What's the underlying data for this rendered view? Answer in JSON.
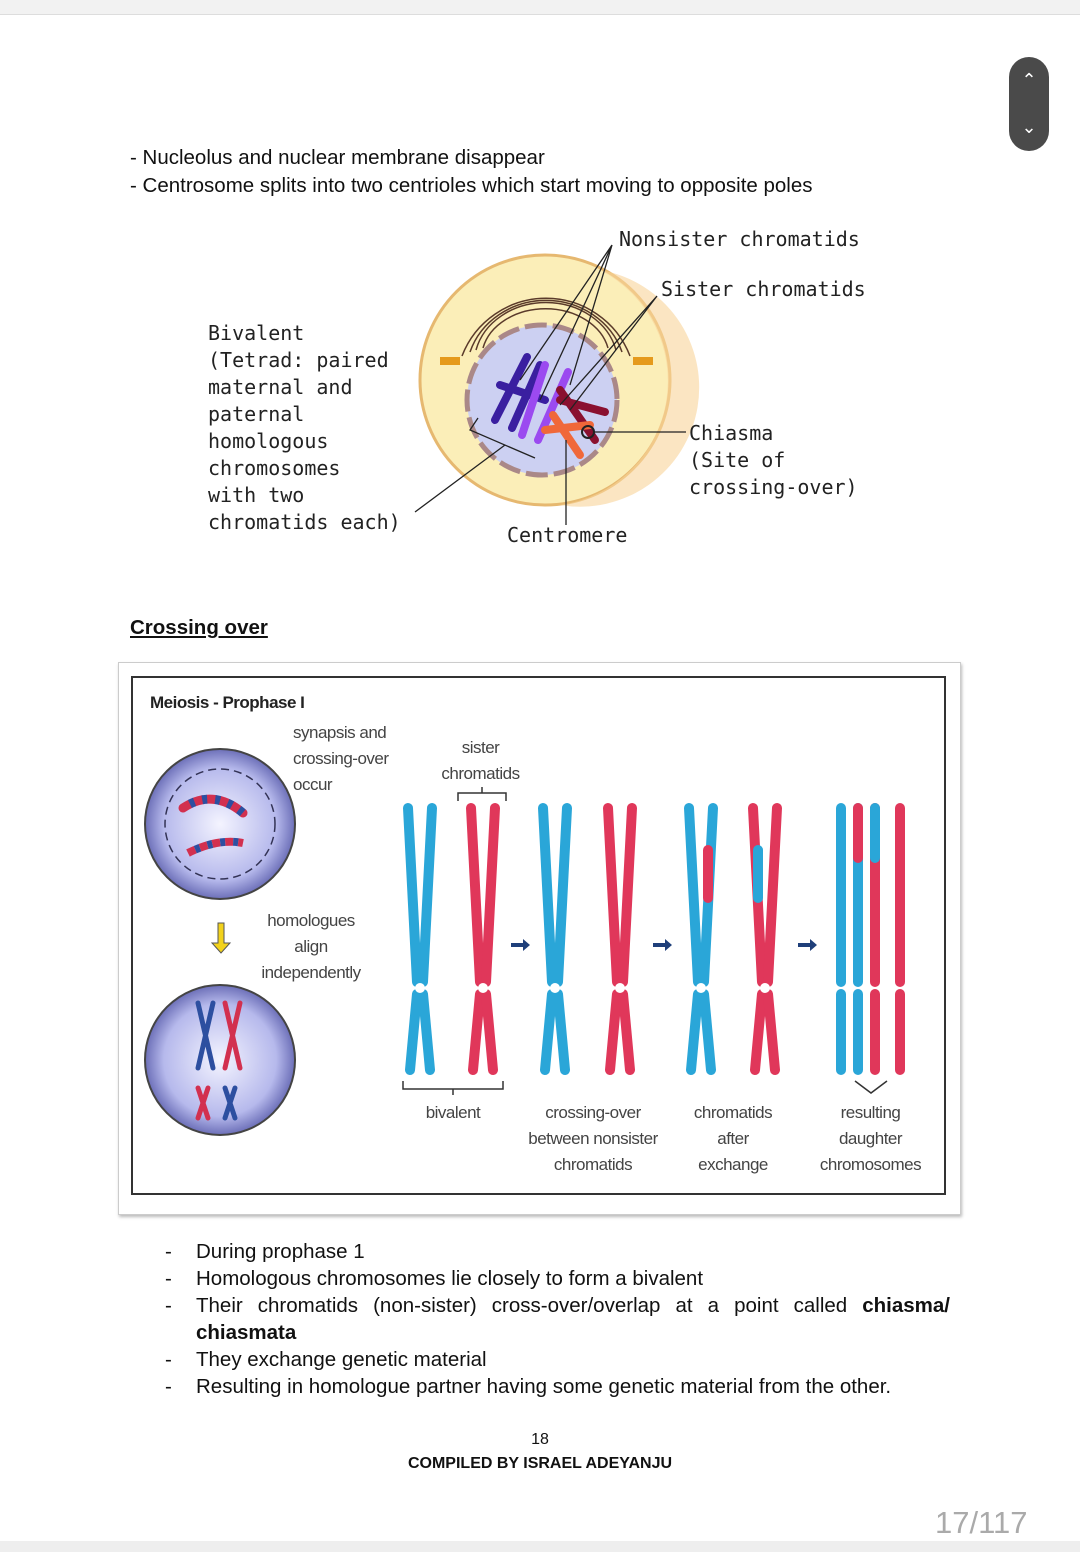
{
  "intro_bullets": [
    "- Nucleolus and nuclear membrane disappear",
    "- Centrosome splits into two centrioles which start moving to opposite poles"
  ],
  "figure1": {
    "nonsister": "Nonsister chromatids",
    "sister": "Sister chromatids",
    "bivalent": "Bivalent\n(Tetrad: paired\nmaternal and\npaternal\nhomologous\nchromosomes\nwith two\nchromatids each)",
    "chiasma": "Chiasma\n(Site of\ncrossing-over)",
    "centromere": "Centromere"
  },
  "section_heading": "Crossing over",
  "figure2": {
    "title": "Meiosis - Prophase I",
    "synapsis": "synapsis and\ncrossing-over\noccur",
    "homologues": "homologues\nalign\nindependently",
    "sister": "sister\nchromatids",
    "bivalent": "bivalent",
    "crossing": "crossing-over\nbetween nonsister\nchromatids",
    "after": "chromatids\nafter\nexchange",
    "resulting": "resulting\ndaughter\nchromosomes"
  },
  "bullets": [
    {
      "dash": "-",
      "text": "During prophase 1"
    },
    {
      "dash": "-",
      "text": "Homologous chromosomes lie closely to form a bivalent"
    },
    {
      "dash": "-",
      "text": "Their chromatids (non-sister) cross-over/overlap at a point called ",
      "bold": "chiasma/ chiasmata"
    },
    {
      "dash": "-",
      "text": "They exchange genetic material"
    },
    {
      "dash": "-",
      "text": "Resulting in homologue partner having some genetic material from the other."
    }
  ],
  "footer": {
    "page": "18",
    "credit": "COMPILED BY ISRAEL ADEYANJU"
  },
  "viewer": {
    "page_indicator": "17/117",
    "up": "^",
    "down": "v"
  },
  "colors": {
    "blue": "#2aa6d8",
    "red": "#e0375a"
  }
}
